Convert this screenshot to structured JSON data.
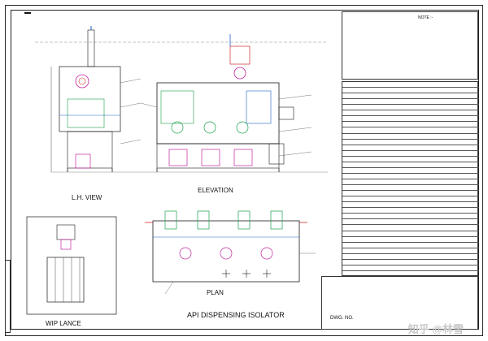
{
  "drawing_title": "API DISPENSING ISOLATOR",
  "views": {
    "lh_view": "L.H. VIEW",
    "elevation": "ELEVATION",
    "plan": "PLAN",
    "wip_lance": "WIP LANCE"
  },
  "title_block": {
    "company": "",
    "dwg_label": "DWG. NO.",
    "dwg_no": "",
    "rev": "",
    "sheet": "",
    "scale": "",
    "watermark": "知乎 @林雪"
  },
  "notes_header": "NOTE :-",
  "bom": {
    "rows": 34
  },
  "colors": {
    "line": "#1a1a1a",
    "green": "#18a04a",
    "blue": "#1f63c9",
    "red": "#d02b2b",
    "magenta": "#c2249f",
    "orange": "#e08a20",
    "gray": "#8a8a8a"
  }
}
